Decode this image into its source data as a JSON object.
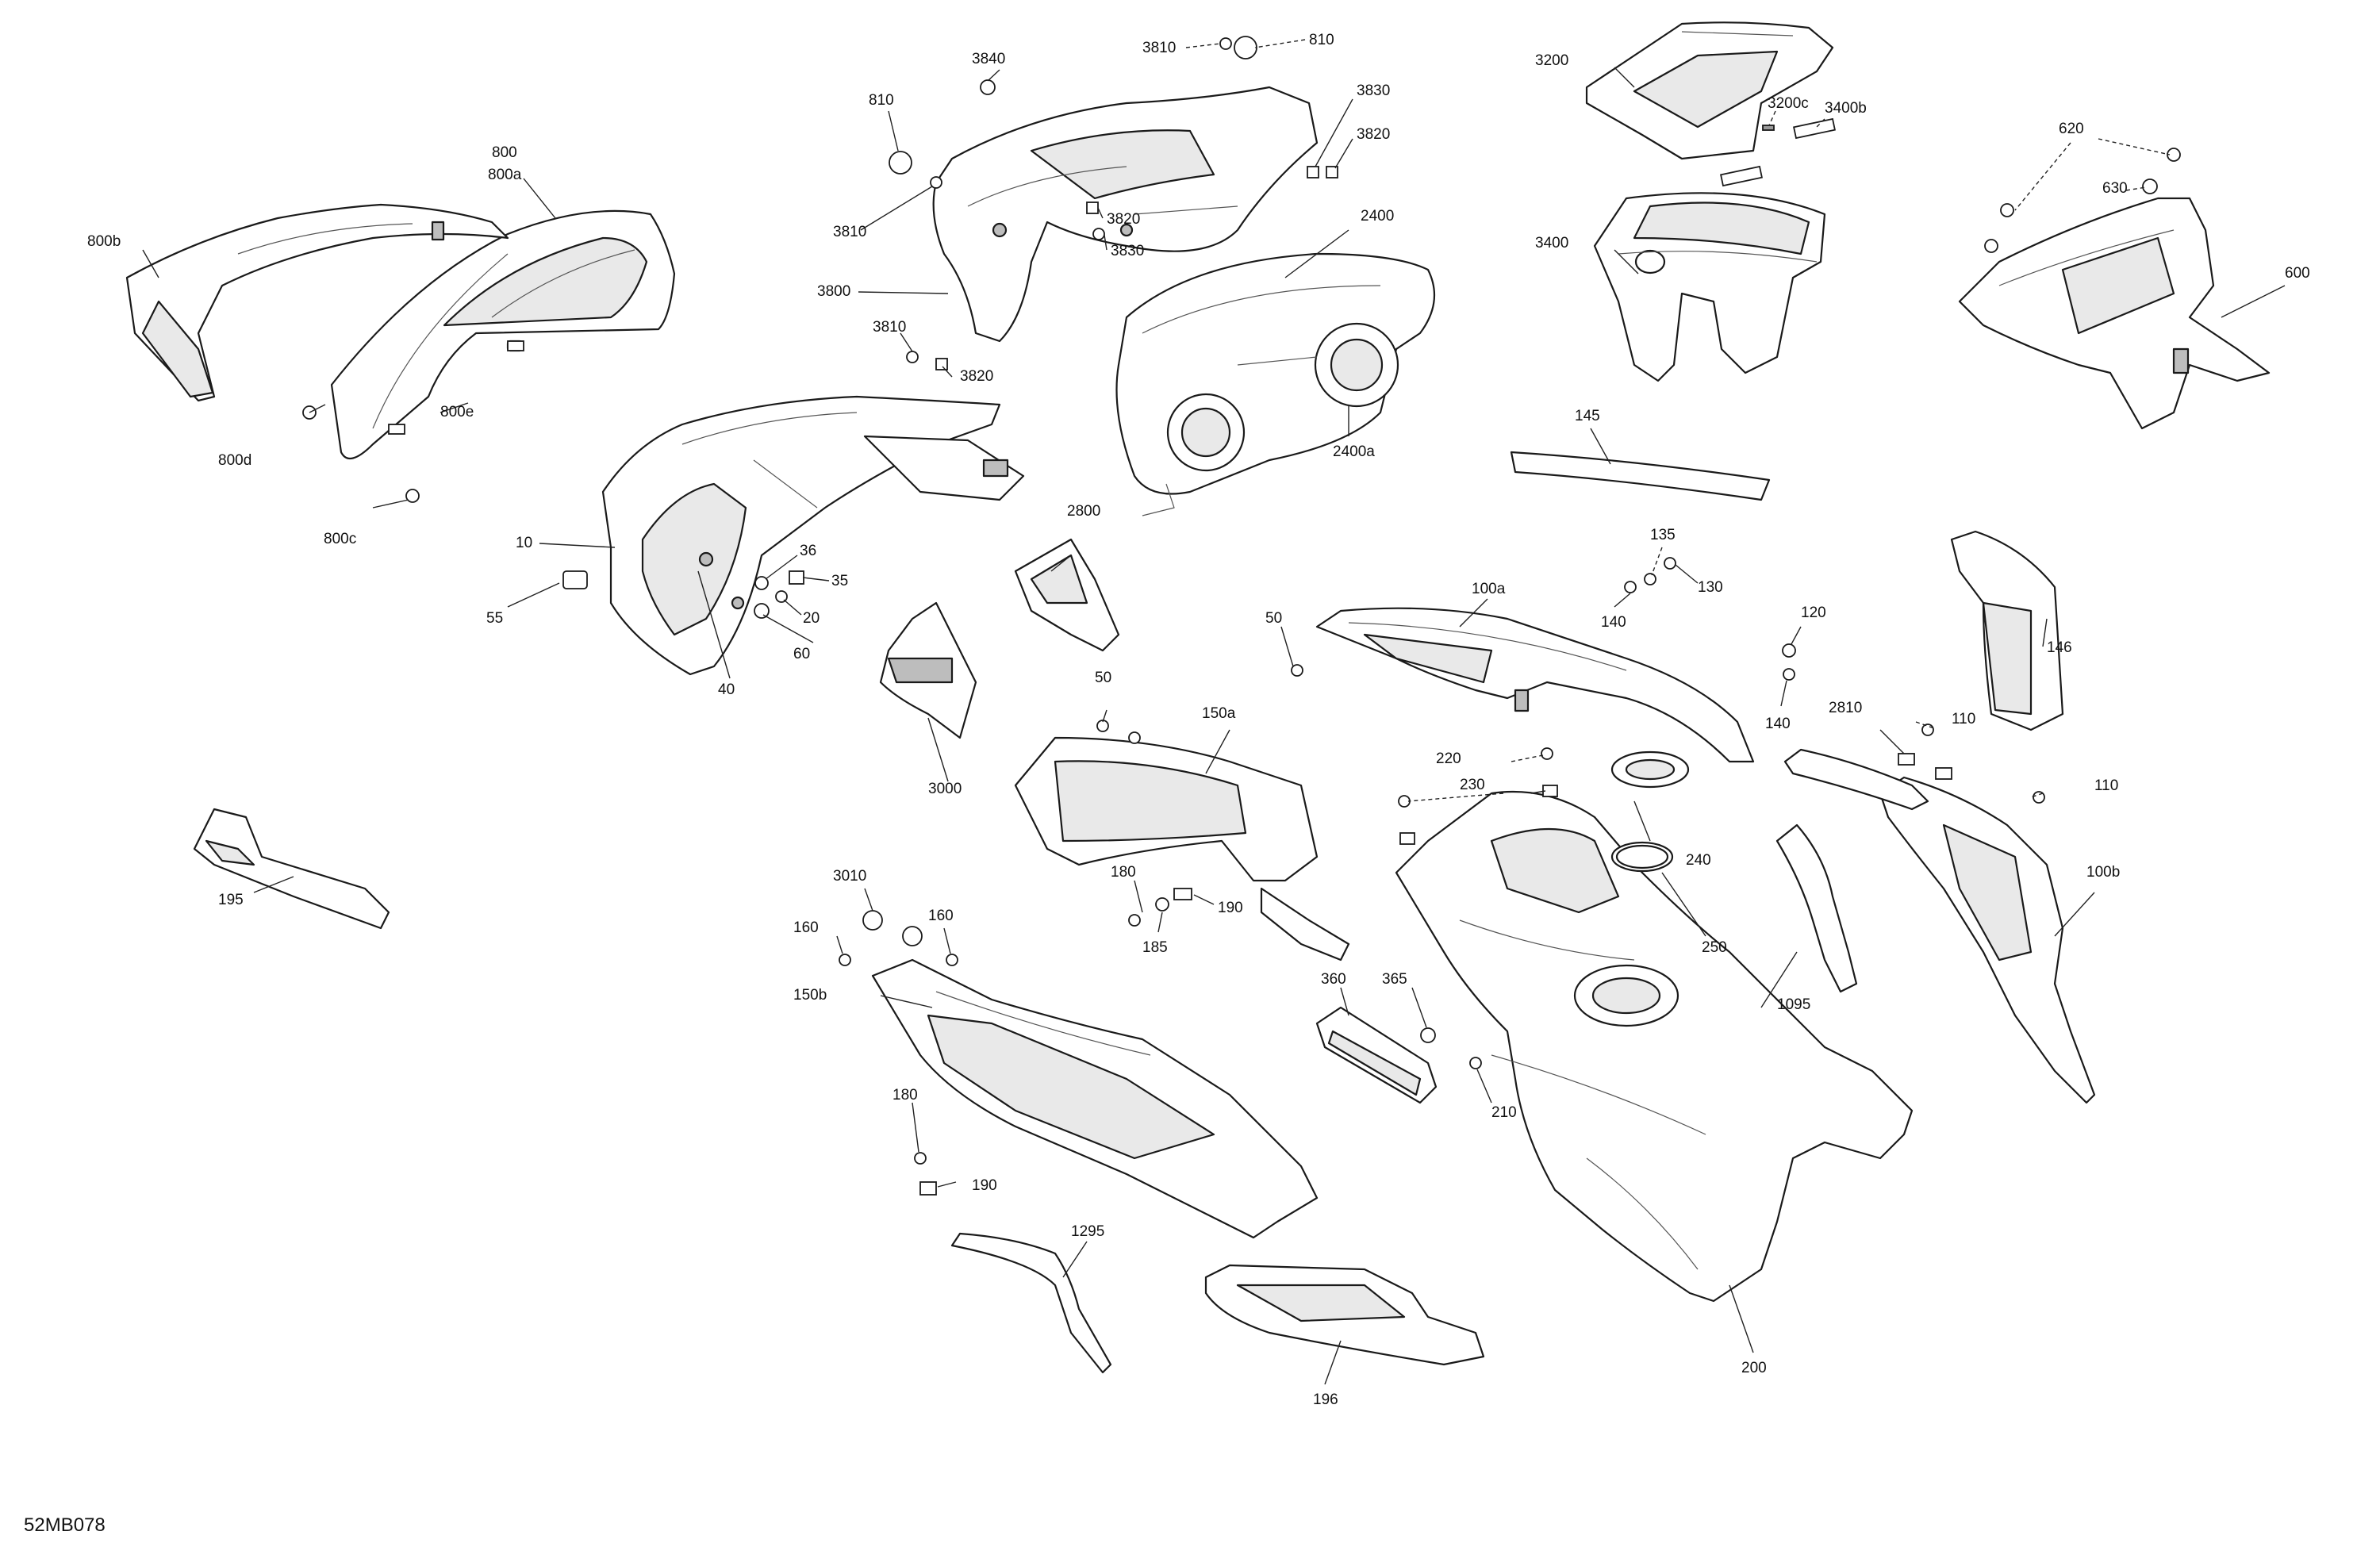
{
  "diagram": {
    "reference_code": "52MB078",
    "callouts": {
      "c10": "10",
      "c20": "20",
      "c35": "35",
      "c36": "36",
      "c40": "40",
      "c50a": "50",
      "c50b": "50",
      "c55": "55",
      "c60": "60",
      "c100a": "100a",
      "c100b": "100b",
      "c110a": "110",
      "c110b": "110",
      "c120": "120",
      "c130": "130",
      "c135": "135",
      "c140a": "140",
      "c140b": "140",
      "c145": "145",
      "c146": "146",
      "c150a": "150a",
      "c150b": "150b",
      "c160a": "160",
      "c160b": "160",
      "c180a": "180",
      "c180b": "180",
      "c185": "185",
      "c190a": "190",
      "c190b": "190",
      "c195": "195",
      "c196": "196",
      "c200": "200",
      "c210": "210",
      "c220": "220",
      "c230": "230",
      "c240": "240",
      "c250": "250",
      "c360": "360",
      "c365": "365",
      "c600": "600",
      "c620": "620",
      "c630": "630",
      "c800": "800",
      "c800a": "800a",
      "c800b": "800b",
      "c800c": "800c",
      "c800d": "800d",
      "c800e": "800e",
      "c810a": "810",
      "c810b": "810",
      "c1095": "1095",
      "c1295": "1295",
      "c2400": "2400",
      "c2400a": "2400a",
      "c2800": "2800",
      "c2810": "2810",
      "c3000": "3000",
      "c3010": "3010",
      "c3200": "3200",
      "c3200c": "3200c",
      "c3400": "3400",
      "c3400b": "3400b",
      "c3800": "3800",
      "c3810a": "3810",
      "c3810b": "3810",
      "c3810c": "3810",
      "c3820a": "3820",
      "c3820b": "3820",
      "c3820c": "3820",
      "c3830a": "3830",
      "c3830b": "3830",
      "c3840": "3840"
    }
  }
}
